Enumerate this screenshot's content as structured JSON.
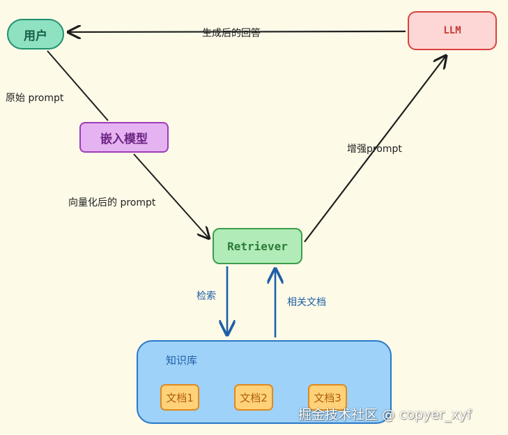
{
  "nodes": {
    "user": "用户",
    "llm": "LLM",
    "embed": "嵌入模型",
    "retriever": "Retriever",
    "knowledge_base": "知识库",
    "docs": [
      "文档1",
      "文档2",
      "文档3"
    ]
  },
  "edges": {
    "answer": "生成后的回答",
    "raw_prompt": "原始 prompt",
    "vector_prompt": "向量化后的 prompt",
    "enhanced_prompt": "增强prompt",
    "search": "检索",
    "related_docs": "相关文档"
  },
  "watermark": "掘金技术社区 @ copyer_xyf",
  "colors": {
    "background": "#fdfae8",
    "user": "#8ee2c1",
    "llm": "#fdd7d5",
    "embed": "#e5b3f1",
    "retriever": "#b1ecb8",
    "knowledge_base": "#9ed2f9",
    "doc": "#ffd27a",
    "blue_arrow": "#1e5ea6"
  }
}
